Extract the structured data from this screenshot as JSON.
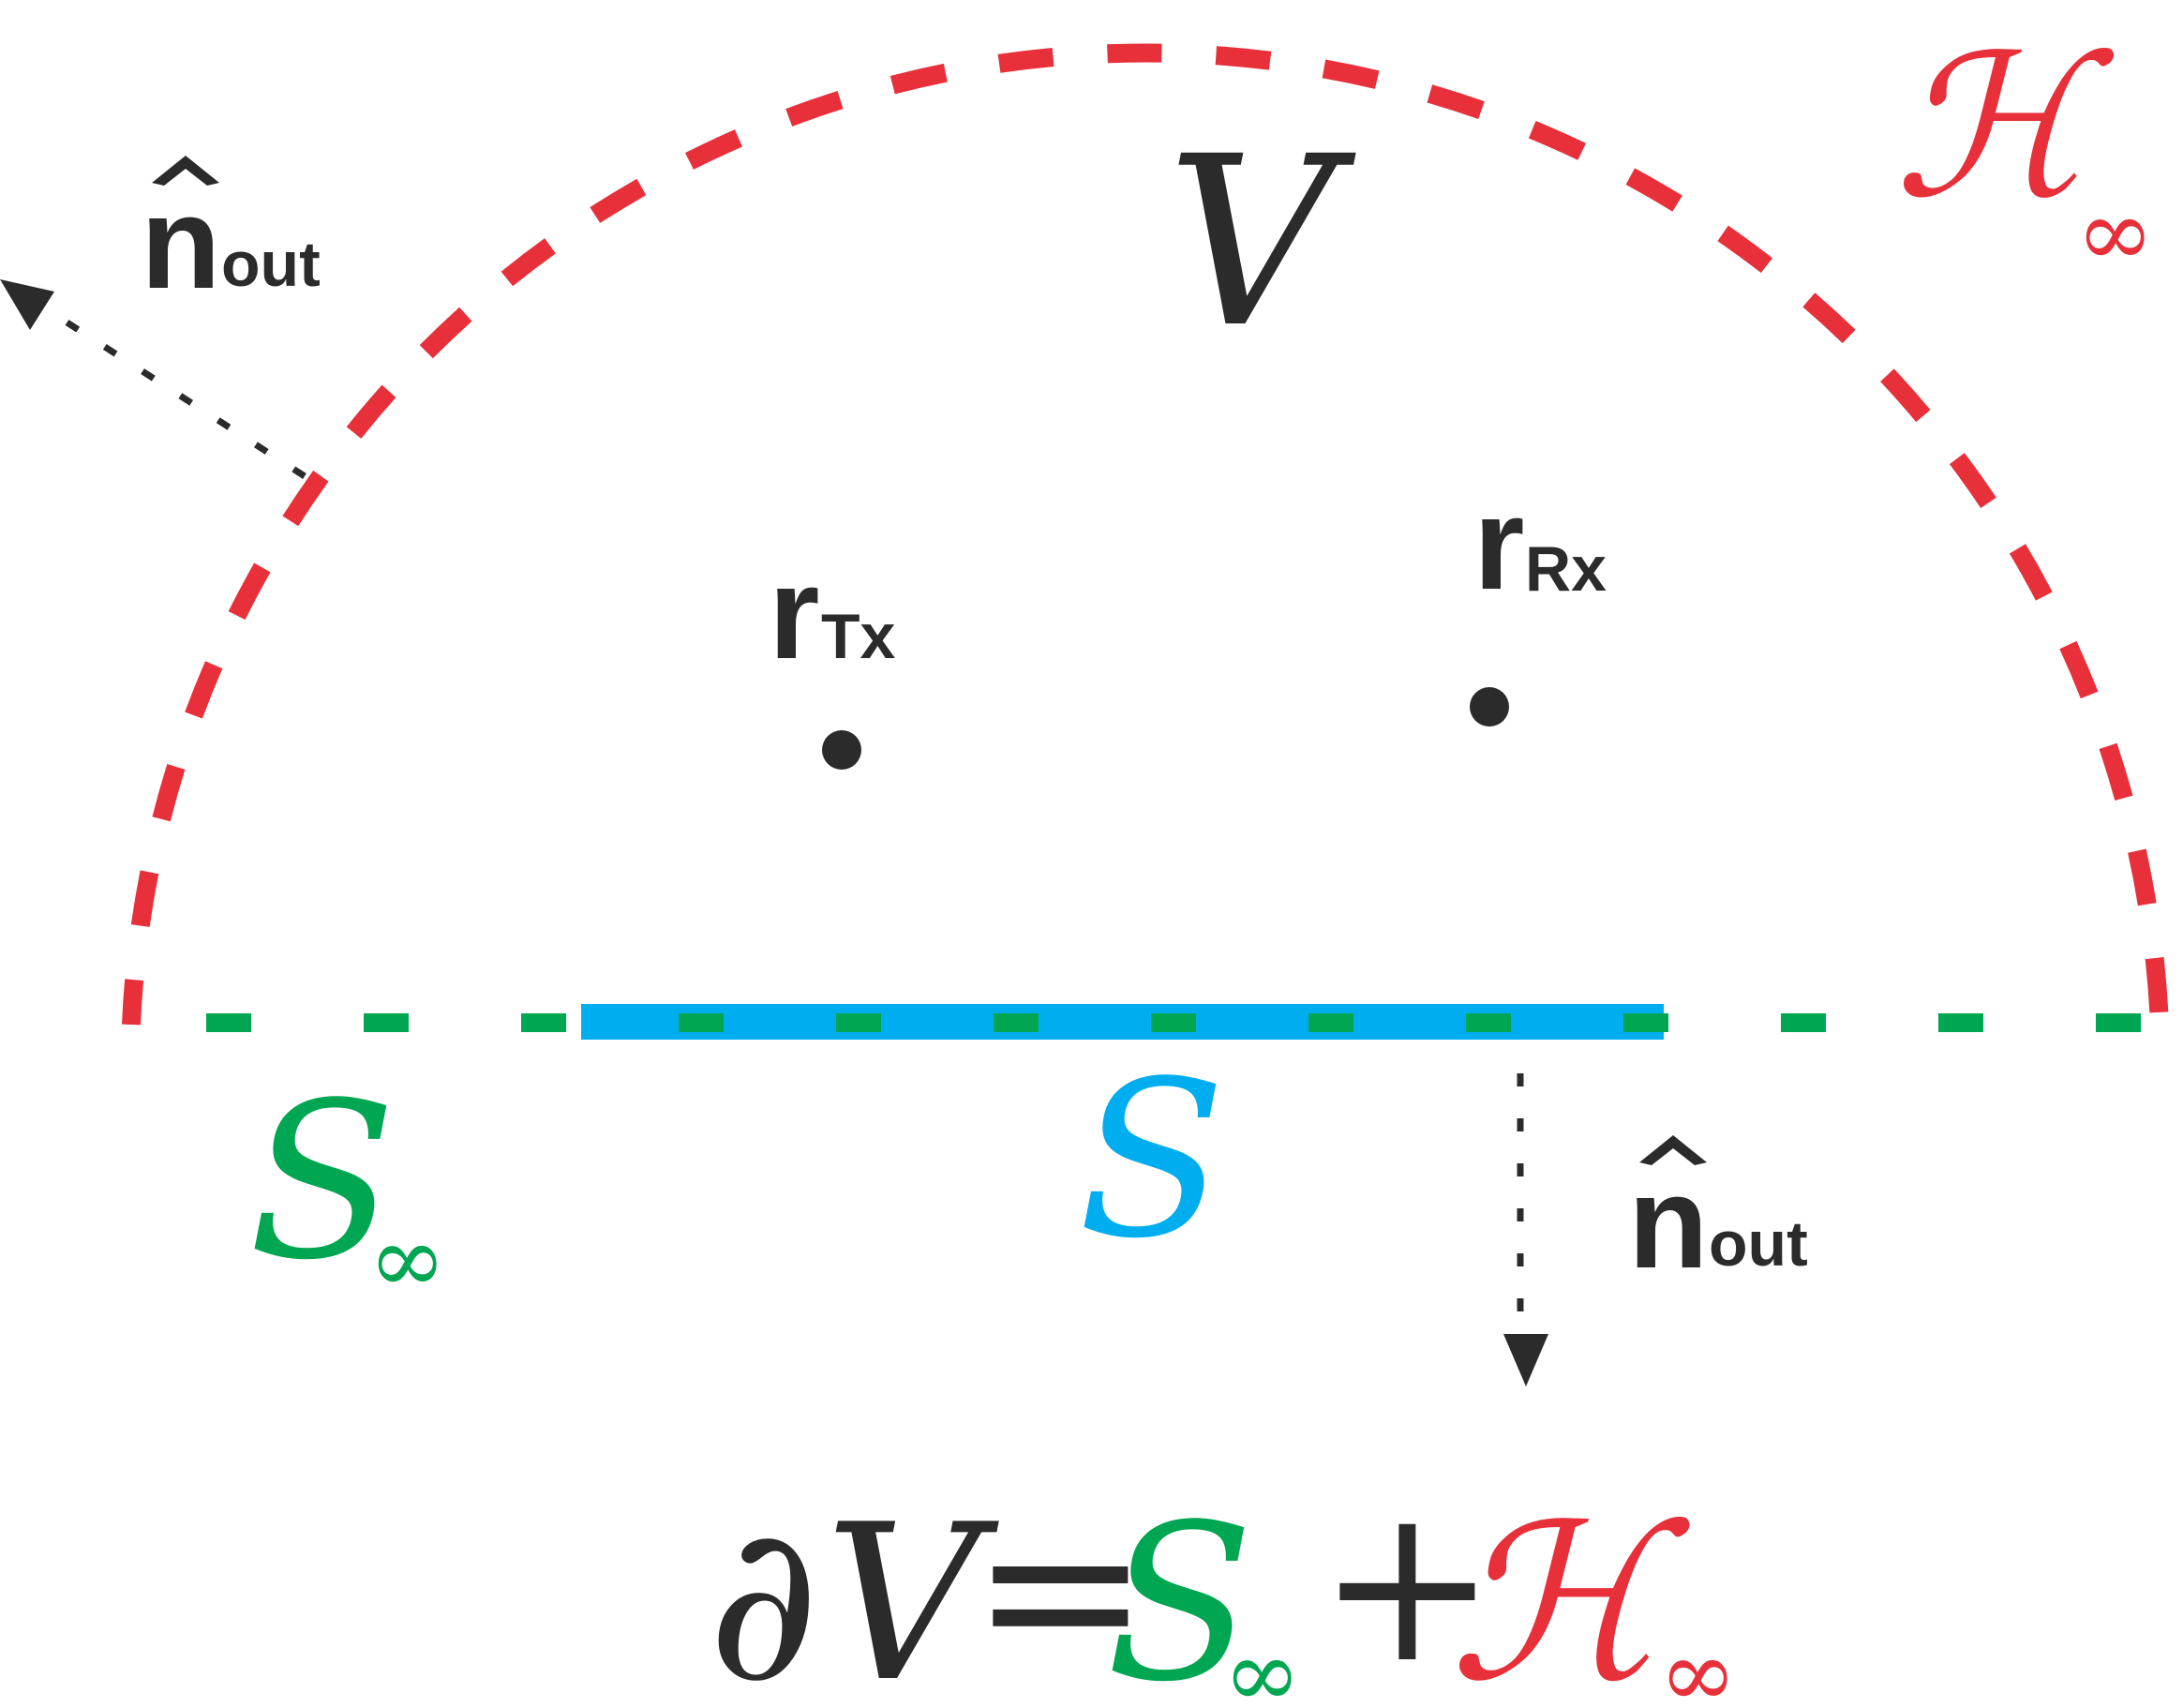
{
  "colors": {
    "text": "#2b2b2b",
    "hemisphere": "#e8303a",
    "s_infinity": "#00a651",
    "surface": "#00aeef"
  },
  "labels": {
    "volume": "V",
    "hemisphere_letter": "ℋ",
    "infinity": "∞",
    "s_letter": "S",
    "surface": "S",
    "normal_main": "n",
    "normal_sub": "out",
    "normal_hat": "^",
    "position_main": "r",
    "tx_sub": "Tx",
    "rx_sub": "Rx"
  },
  "equation": {
    "partial": "∂",
    "v": "V",
    "equals": "=",
    "plus": "+"
  }
}
